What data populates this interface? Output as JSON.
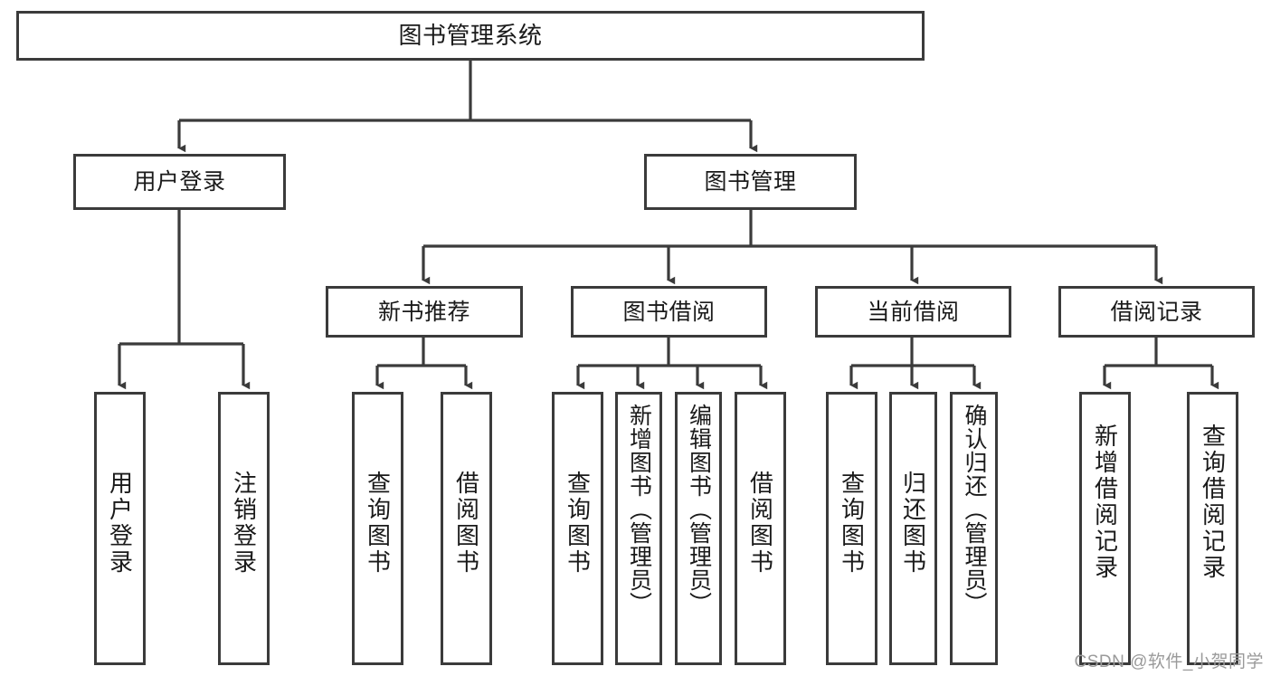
{
  "diagram": {
    "title": "图书管理系统",
    "type": "hierarchy-tree",
    "root": {
      "id": "root",
      "label": "图书管理系统"
    },
    "level2": [
      {
        "id": "user-login",
        "label": "用户登录"
      },
      {
        "id": "book-manage",
        "label": "图书管理"
      }
    ],
    "level3": [
      {
        "id": "new-book-rec",
        "label": "新书推荐",
        "parent": "book-manage"
      },
      {
        "id": "book-borrow",
        "label": "图书借阅",
        "parent": "book-manage"
      },
      {
        "id": "current-borrow",
        "label": "当前借阅",
        "parent": "book-manage"
      },
      {
        "id": "borrow-record",
        "label": "借阅记录",
        "parent": "book-manage"
      }
    ],
    "leaves": [
      {
        "id": "leaf-user-login",
        "label": "用户登录",
        "parent": "user-login"
      },
      {
        "id": "leaf-logout",
        "label": "注销登录",
        "parent": "user-login"
      },
      {
        "id": "leaf-query-book-1",
        "label": "查询图书",
        "parent": "new-book-rec"
      },
      {
        "id": "leaf-borrow-book-1",
        "label": "借阅图书",
        "parent": "new-book-rec"
      },
      {
        "id": "leaf-query-book-2",
        "label": "查询图书",
        "parent": "book-borrow"
      },
      {
        "id": "leaf-add-book",
        "label": "新增图书（管理员）",
        "parent": "book-borrow"
      },
      {
        "id": "leaf-edit-book",
        "label": "编辑图书（管理员）",
        "parent": "book-borrow"
      },
      {
        "id": "leaf-borrow-book-2",
        "label": "借阅图书",
        "parent": "book-borrow"
      },
      {
        "id": "leaf-query-book-3",
        "label": "查询图书",
        "parent": "current-borrow"
      },
      {
        "id": "leaf-return-book",
        "label": "归还图书",
        "parent": "current-borrow"
      },
      {
        "id": "leaf-confirm-return",
        "label": "确认归还（管理员）",
        "parent": "current-borrow"
      },
      {
        "id": "leaf-add-record",
        "label": "新增借阅记录",
        "parent": "borrow-record"
      },
      {
        "id": "leaf-query-record",
        "label": "查询借阅记录",
        "parent": "borrow-record"
      }
    ],
    "colors": {
      "stroke": "#3b3b3b",
      "fill": "#ffffff",
      "text": "#1a1a1a",
      "watermark": "#9a9a9a"
    }
  },
  "watermark": {
    "text": "CSDN @软件_小贺同学"
  }
}
